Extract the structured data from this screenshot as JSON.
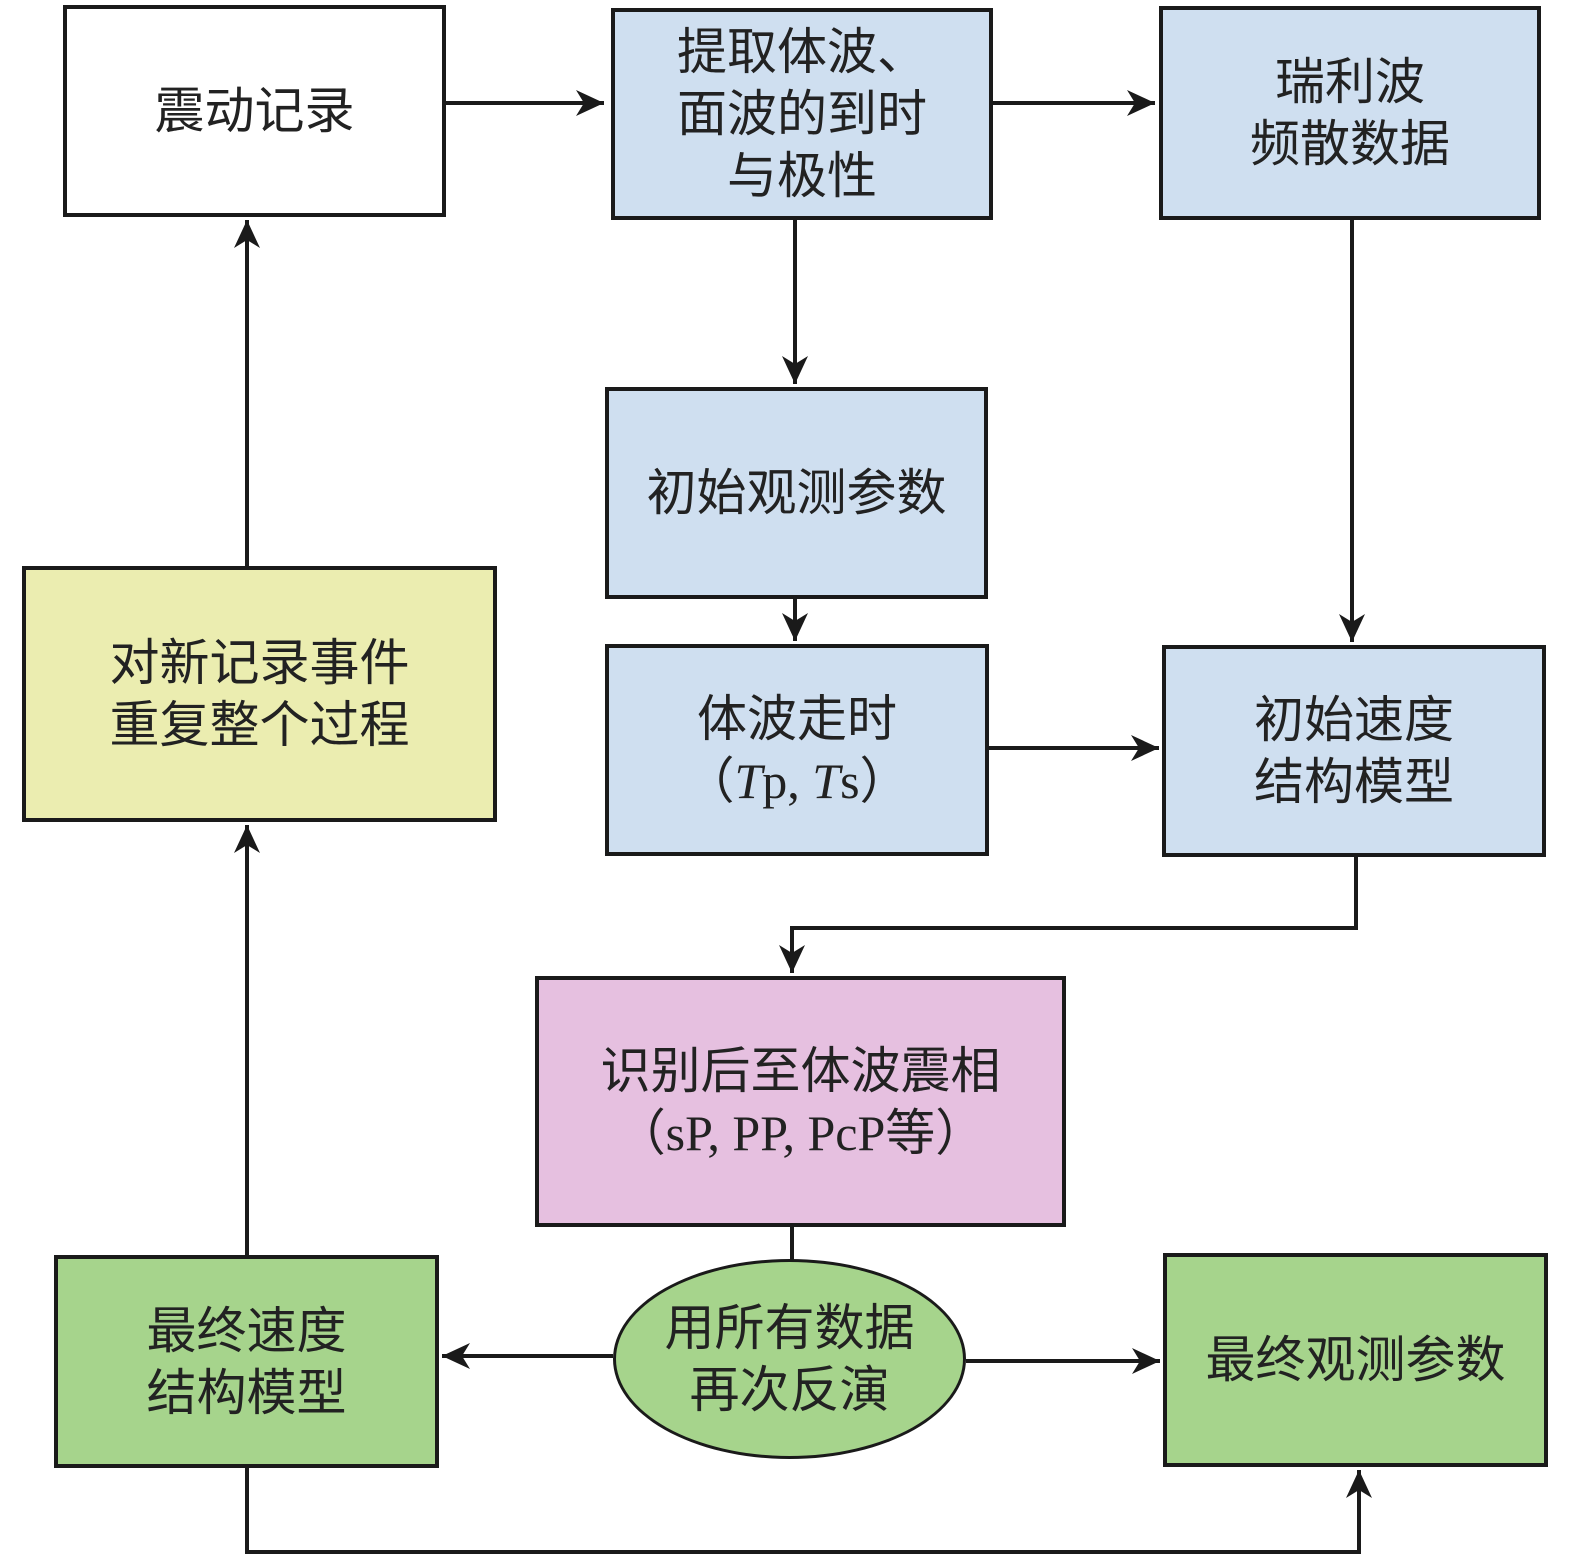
{
  "colors": {
    "white_box": "#ffffff",
    "blue_box": "#cfdff0",
    "yellow_box": "#ebedb0",
    "pink_box": "#e6c0e0",
    "green_box": "#a6d48c",
    "line": "#1a1a1a"
  },
  "nodes": {
    "record": {
      "lines": [
        "震动记录"
      ]
    },
    "extract": {
      "lines": [
        "提取体波、",
        "面波的到时",
        "与极性"
      ]
    },
    "rayleigh": {
      "lines": [
        "瑞利波",
        "频散数据"
      ]
    },
    "init_obs": {
      "lines": [
        "初始观测参数"
      ]
    },
    "travel": {
      "line1": "体波走时",
      "paren_open": "（",
      "tp": "T",
      "tp_sub": "p, ",
      "ts": "T",
      "ts_sub": "s",
      "paren_close": "）"
    },
    "init_vel": {
      "lines": [
        "初始速度",
        "结构模型"
      ]
    },
    "repeat": {
      "lines": [
        "对新记录事件",
        "重复整个过程"
      ]
    },
    "identify": {
      "lines": [
        "识别后至体波震相",
        "（sP, PP, PcP等）"
      ]
    },
    "final_vel": {
      "lines": [
        "最终速度",
        "结构模型"
      ]
    },
    "invert": {
      "lines": [
        "用所有数据",
        "再次反演"
      ]
    },
    "final_obs": {
      "lines": [
        "最终观测参数"
      ]
    }
  }
}
